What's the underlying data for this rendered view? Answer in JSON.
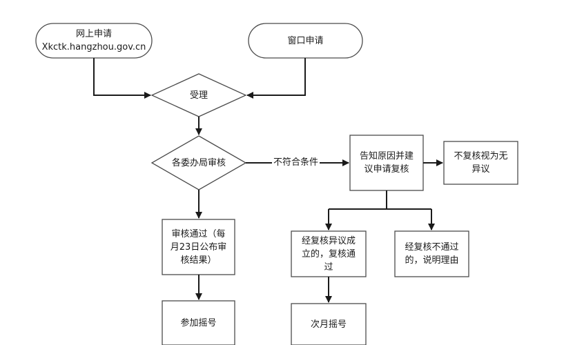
{
  "nodes": {
    "online": {
      "line1": "网上申请",
      "line2": "Xkctk.hangzhou.gov.cn"
    },
    "window": {
      "label": "窗口申请"
    },
    "accept": {
      "label": "受理"
    },
    "review": {
      "label": "各委办局审核"
    },
    "notify": {
      "line1": "告知原因并建",
      "line2": "议申请复核"
    },
    "no_recheck": {
      "line1": "不复核视为无",
      "line2": "异议"
    },
    "passed": {
      "line1": "审核通过（每",
      "line2": "月23日公布审",
      "line3": "核结果）"
    },
    "lottery": {
      "label": "参加摇号"
    },
    "recheck_ok": {
      "line1": "经复核异议成",
      "line2": "立的，复核通",
      "line3": "过"
    },
    "recheck_fail": {
      "line1": "经复核不通过",
      "line2": "的，说明理由"
    },
    "next_month": {
      "label": "次月摇号"
    }
  },
  "edges": {
    "not_qualified": "不符合条件"
  }
}
